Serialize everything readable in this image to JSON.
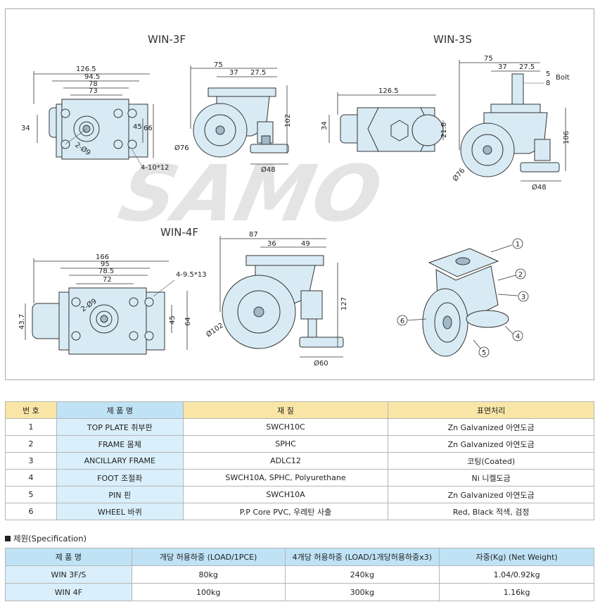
{
  "drawing": {
    "titles": {
      "win3f": "WIN-3F",
      "win3s": "WIN-3S",
      "win4f": "WIN-4F"
    },
    "watermark": "SAMO",
    "dims_3f_top": {
      "d1": "126.5",
      "d2": "94.5",
      "d3": "78",
      "d4": "73",
      "h1": "34",
      "h2": "45",
      "h3": "66",
      "diag": "2-Ø9",
      "holes": "4-10*12"
    },
    "dims_3f_side": {
      "d1": "75",
      "d2": "37",
      "d3": "27.5",
      "h": "102",
      "wheel": "Ø76",
      "foot": "Ø48"
    },
    "dims_3s_top": {
      "d1": "126.5",
      "h1": "34",
      "h2": "21.8"
    },
    "dims_3s_side": {
      "d1": "75",
      "d2": "37",
      "d3": "27.5",
      "bolt_num": "5",
      "bolt_den": "8",
      "bolt": "Bolt",
      "h": "106",
      "wheel": "Ø76",
      "foot": "Ø48"
    },
    "dims_4f_top": {
      "d1": "166",
      "d2": "95",
      "d3": "78.5",
      "d4": "72",
      "h1": "43.7",
      "h2": "45",
      "h3": "64",
      "diag": "2-Ø9",
      "holes": "4-9.5*13"
    },
    "dims_4f_side": {
      "d1": "87",
      "d2": "36",
      "d3": "49",
      "h": "127",
      "wheel": "Ø102",
      "foot": "Ø60"
    },
    "callouts": [
      "1",
      "2",
      "3",
      "4",
      "5",
      "6"
    ]
  },
  "materials": {
    "headers": [
      "번 호",
      "제 품 명",
      "재 질",
      "표면처리"
    ],
    "rows": [
      [
        "1",
        "TOP PLATE  취부판",
        "SWCH10C",
        "Zn Galvanized  아연도금"
      ],
      [
        "2",
        "FRAME  몸체",
        "SPHC",
        "Zn Galvanized  아연도금"
      ],
      [
        "3",
        "ANCILLARY FRAME",
        "ADLC12",
        "코팅(Coated)"
      ],
      [
        "4",
        "FOOT 조절좌",
        "SWCH10A, SPHC, Polyurethane",
        "Ni 니켈도금"
      ],
      [
        "5",
        "PIN  핀",
        "SWCH10A",
        "Zn Galvanized  아연도금"
      ],
      [
        "6",
        "WHEEL  바퀴",
        "P.P Core PVC, 우레탄 사출",
        "Red, Black 적색, 검정"
      ]
    ]
  },
  "spec": {
    "heading": "제원(Specification)",
    "headers": [
      "제 품 명",
      "개당 허용하중 (LOAD/1PCE)",
      "4개당 허용하중 (LOAD/1개당허용하중x3)",
      "자중(Kg) (Net Weight)"
    ],
    "rows": [
      [
        "WIN 3F/S",
        "80kg",
        "240kg",
        "1.04/0.92kg"
      ],
      [
        "WIN 4F",
        "100kg",
        "300kg",
        "1.16kg"
      ]
    ]
  }
}
